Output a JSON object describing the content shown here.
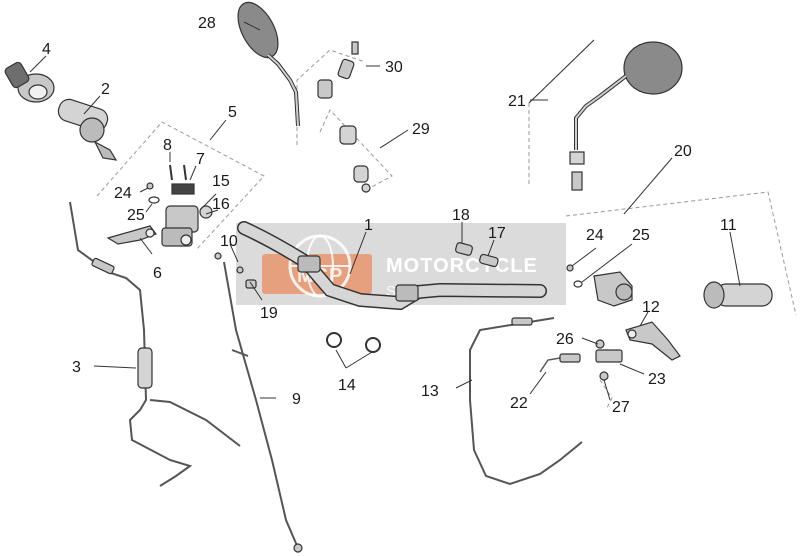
{
  "watermark": {
    "title": "MOTORCYCLE",
    "subtitle": "SPARE PARTS",
    "logo_text": "MSP"
  },
  "colors": {
    "part_fill": "#c8c8c8",
    "part_stroke": "#333333",
    "mirror_head": "#8a8a8a",
    "cable": "#555555",
    "watermark_bg": "#bdbdbd",
    "watermark_accent": "#f26522"
  },
  "callouts": {
    "n1": "1",
    "n2": "2",
    "n3": "3",
    "n4": "4",
    "n5": "5",
    "n6": "6",
    "n7": "7",
    "n8": "8",
    "n9": "9",
    "n10": "10",
    "n11": "11",
    "n12": "12",
    "n13": "13",
    "n14": "14",
    "n15": "15",
    "n16": "16",
    "n17": "17",
    "n18": "18",
    "n19": "19",
    "n20": "20",
    "n21": "21",
    "n22": "22",
    "n23": "23",
    "n24a": "24",
    "n24b": "24",
    "n25a": "25",
    "n25b": "25",
    "n26": "26",
    "n27": "27",
    "n28": "28",
    "n29": "29",
    "n30": "30"
  }
}
